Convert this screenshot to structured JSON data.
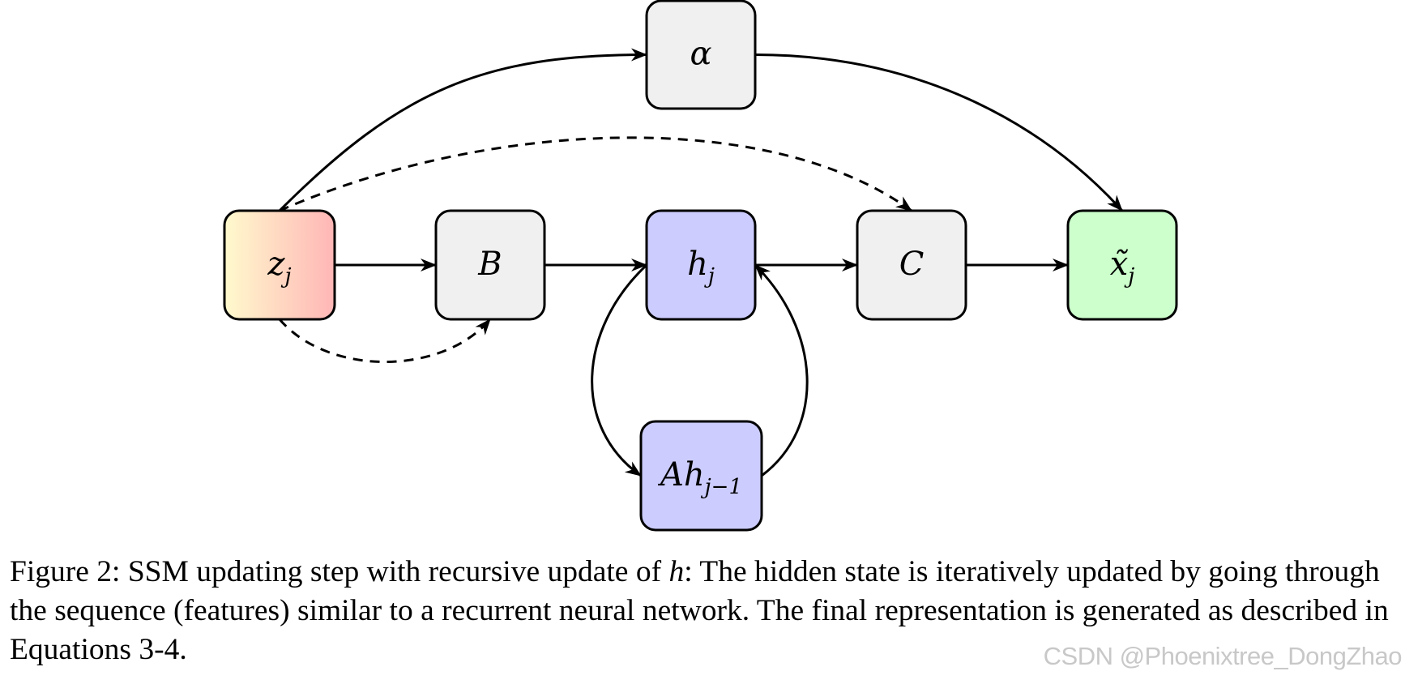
{
  "figure": {
    "nodes": [
      {
        "id": "z",
        "label": "z",
        "sub": "j",
        "fill": "gradient",
        "gradient": [
          "#fffacd",
          "#ffb6b6"
        ]
      },
      {
        "id": "B",
        "label": "B",
        "sub": "",
        "fill": "#f0f0f0"
      },
      {
        "id": "h",
        "label": "h",
        "sub": "j",
        "fill": "#ccccff"
      },
      {
        "id": "C",
        "label": "C",
        "sub": "",
        "fill": "#f0f0f0"
      },
      {
        "id": "x",
        "label": "x̃",
        "sub": "j",
        "fill": "#ccffcc"
      },
      {
        "id": "alpha",
        "label": "α",
        "sub": "",
        "fill": "#f0f0f0"
      },
      {
        "id": "Ah",
        "label": "Ah",
        "sub": "j−1",
        "fill": "#ccccff"
      }
    ],
    "edges": [
      {
        "from": "z",
        "to": "B",
        "style": "solid"
      },
      {
        "from": "B",
        "to": "h",
        "style": "solid"
      },
      {
        "from": "h",
        "to": "C",
        "style": "solid"
      },
      {
        "from": "C",
        "to": "x",
        "style": "solid"
      },
      {
        "from": "z",
        "to": "alpha",
        "style": "solid"
      },
      {
        "from": "alpha",
        "to": "x",
        "style": "solid"
      },
      {
        "from": "z",
        "to": "C",
        "style": "dashed"
      },
      {
        "from": "z",
        "to": "B",
        "style": "dashed"
      },
      {
        "from": "h",
        "to": "Ah",
        "style": "solid"
      },
      {
        "from": "Ah",
        "to": "h",
        "style": "solid"
      }
    ]
  },
  "caption": {
    "prefix": "Figure 2: SSM updating step with recursive update of ",
    "var": "h",
    "suffix": ": The hidden state is iteratively updated by going through the sequence (features) similar to a recurrent neural network. The final representation is generated as described in Equations 3-4."
  },
  "watermark": "CSDN @Phoenixtree_DongZhao"
}
